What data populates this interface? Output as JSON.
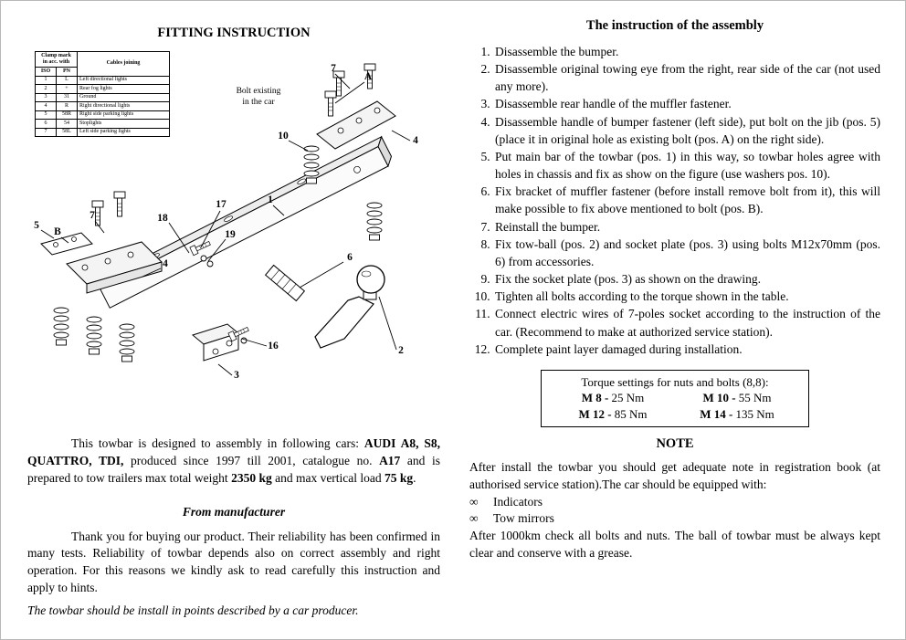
{
  "left": {
    "title": "FITTING INSTRUCTION",
    "clamp_table": {
      "header_left": "Clamp mark\nin acc. with",
      "header_right": "Cables joining",
      "col1": "ISO",
      "col2": "PN",
      "rows": [
        [
          "1",
          "L",
          "Left directional lights"
        ],
        [
          "2",
          "+",
          "Rear fog lights"
        ],
        [
          "3",
          "31",
          "Ground"
        ],
        [
          "4",
          "R",
          "Right directional lights"
        ],
        [
          "5",
          "58R",
          "Right side parking lights"
        ],
        [
          "6",
          "54",
          "Stoplights"
        ],
        [
          "7",
          "58L",
          "Left side parking lights"
        ]
      ]
    },
    "diagram": {
      "note_line1": "Bolt existing",
      "note_line2": "in the car",
      "labels": [
        "7",
        "A",
        "10",
        "4",
        "17",
        "18",
        "19",
        "1",
        "5",
        "B",
        "7",
        "4",
        "6",
        "2",
        "16",
        "3"
      ]
    },
    "p1": [
      "This towbar is designed to assembly in following cars: ",
      "AUDI A8, S8, QUATTRO, TDI,",
      " produced since 1997 till 2001, catalogue no. ",
      "A17",
      " and is prepared to tow trailers max total weight ",
      "2350 kg",
      " and max vertical load ",
      "75 kg",
      "."
    ],
    "from_manufacturer_title": "From manufacturer",
    "p2": "Thank you for buying our product. Their reliability has been confirmed in many tests. Reliability of towbar depends also on correct assembly and right operation. For this reasons we kindly ask to read carefully this instruction and apply to hints.",
    "p3": "The towbar should be install in points described by a car producer."
  },
  "right": {
    "title": "The instruction of the assembly",
    "steps": [
      "Disassemble the bumper.",
      "Disassemble original towing eye from the right, rear side of the car (not used any more).",
      "Disassemble rear handle of the muffler fastener.",
      "Disassemble handle of bumper fastener (left side), put bolt on the jib (pos. 5) (place it in original hole as existing bolt (pos. A) on the right side).",
      "Put main bar of the towbar (pos. 1) in this way, so towbar holes agree with holes in chassis and fix as show on the figure (use washers pos. 10).",
      "Fix bracket of muffler fastener (before install remove bolt from it), this will make possible to fix above mentioned to bolt (pos. B).",
      "Reinstall the bumper.",
      "Fix tow-ball (pos. 2) and socket plate (pos. 3) using bolts M12x70mm (pos. 6) from accessories.",
      "Fix the socket plate (pos. 3) as shown on the drawing.",
      "Tighten all bolts according to the torque shown in the table.",
      "Connect electric wires of 7-poles socket according to the instruction of the car. (Recommend to make at authorized service station).",
      "Complete paint layer damaged during installation."
    ],
    "torque": {
      "title": "Torque settings for nuts and bolts (8,8):",
      "cells": [
        {
          "label": "M 8 -",
          "value": "25 Nm"
        },
        {
          "label": "M 10 -",
          "value": "55 Nm"
        },
        {
          "label": "M 12 -",
          "value": "85 Nm"
        },
        {
          "label": "M 14 -",
          "value": "135 Nm"
        }
      ]
    },
    "note_title": "NOTE",
    "note_p1": "After install the towbar you should get adequate note in registration book (at authorised service station).The car should be equipped with:",
    "bullet_char": "∞",
    "bullets": [
      "Indicators",
      "Tow mirrors"
    ],
    "note_p2": "After 1000km check all bolts and nuts. The ball of towbar must be always kept clear and conserve with a grease."
  }
}
